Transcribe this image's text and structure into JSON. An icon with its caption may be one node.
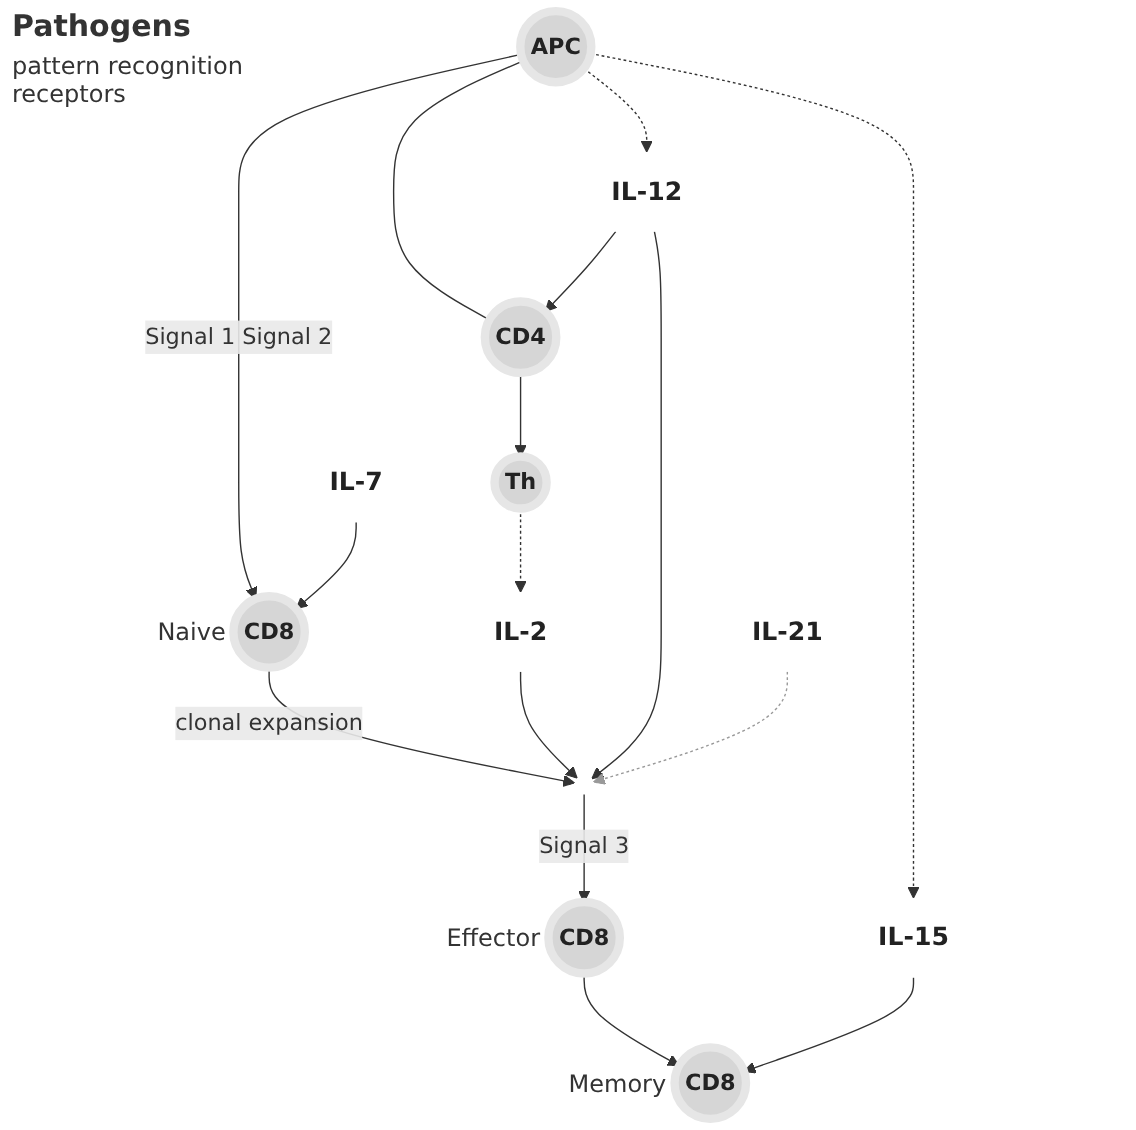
{
  "diagram": {
    "nodes": [
      {
        "text": [
          "APC"
        ]
      },
      {
        "text": [
          "CD4"
        ]
      },
      {
        "text": [
          "Th"
        ]
      },
      {
        "text": [
          "IL-12"
        ]
      },
      {
        "text": [
          "CD8"
        ],
        "beside": [
          "Naive"
        ]
      },
      {
        "text": [
          "IL-15"
        ]
      },
      {
        "text": [
          "IL-7"
        ]
      },
      {
        "text": [
          "IL-2"
        ]
      },
      {
        "text": [
          "IL-21"
        ]
      },
      {
        "text": [
          "CD8"
        ],
        "beside": [
          "Effector"
        ]
      },
      {
        "text": [
          "CD8"
        ],
        "beside": [
          "Memory"
        ]
      }
    ],
    "edges": [
      {
        "from": 0,
        "to": 1,
        "arrow": "none"
      },
      {
        "from": 0,
        "to": 3,
        "arrow": "to",
        "style": "dashed"
      },
      {
        "from": 0,
        "to": 4,
        "arrow": "to",
        "label": "Signal 1 Signal 2"
      },
      {
        "from": 0,
        "to": 5,
        "arrow": "to",
        "style": "dashed"
      },
      {
        "from": 6,
        "to": 4,
        "arrow": "to"
      },
      {
        "from": 1,
        "to": 2,
        "arrow": "to"
      },
      {
        "from": 3,
        "to": 1,
        "arrow": "to"
      },
      {
        "from": 2,
        "to": 7,
        "arrow": "to",
        "style": "dashed"
      },
      {
        "from": 4,
        "to": null,
        "arrow": "to",
        "label": "clonal expansion"
      },
      {
        "from": 7,
        "to": null,
        "arrow": "to"
      },
      {
        "from": 3,
        "to": null,
        "arrow": "to"
      },
      {
        "from": 8,
        "to": null,
        "arrow": "to",
        "style": "dashed",
        "color": "#999999"
      },
      {
        "from": null,
        "to": 9,
        "arrow": "to",
        "label": "Signal 3"
      },
      {
        "from": 9,
        "to": 10,
        "arrow": "to"
      },
      {
        "from": 5,
        "to": 10,
        "arrow": "to"
      }
    ],
    "labels": [
      "Pathogens",
      "pattern recognition receptors"
    ]
  }
}
